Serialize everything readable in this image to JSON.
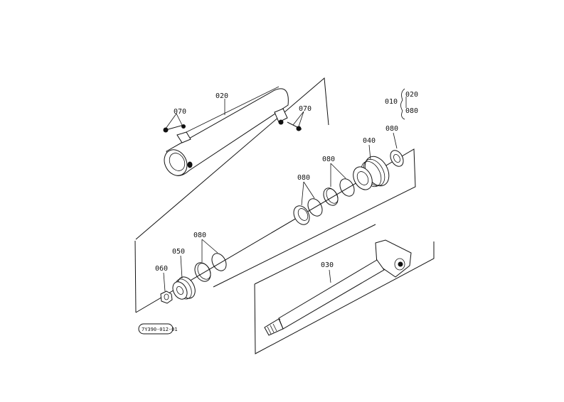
{
  "diagram": {
    "labels": {
      "cylinder_tube": "020",
      "bolt_left": "070",
      "bolt_right": "070",
      "legend_main": "010",
      "legend_sub_1": "020",
      "legend_sub_2": "080",
      "gland": "040",
      "seal_top": "080",
      "seal_mid": "080",
      "seal_lower": "080",
      "seal_piston": "080",
      "piston": "050",
      "nut": "060",
      "rod": "030",
      "drawing_number": "7Y390-012-01"
    }
  }
}
